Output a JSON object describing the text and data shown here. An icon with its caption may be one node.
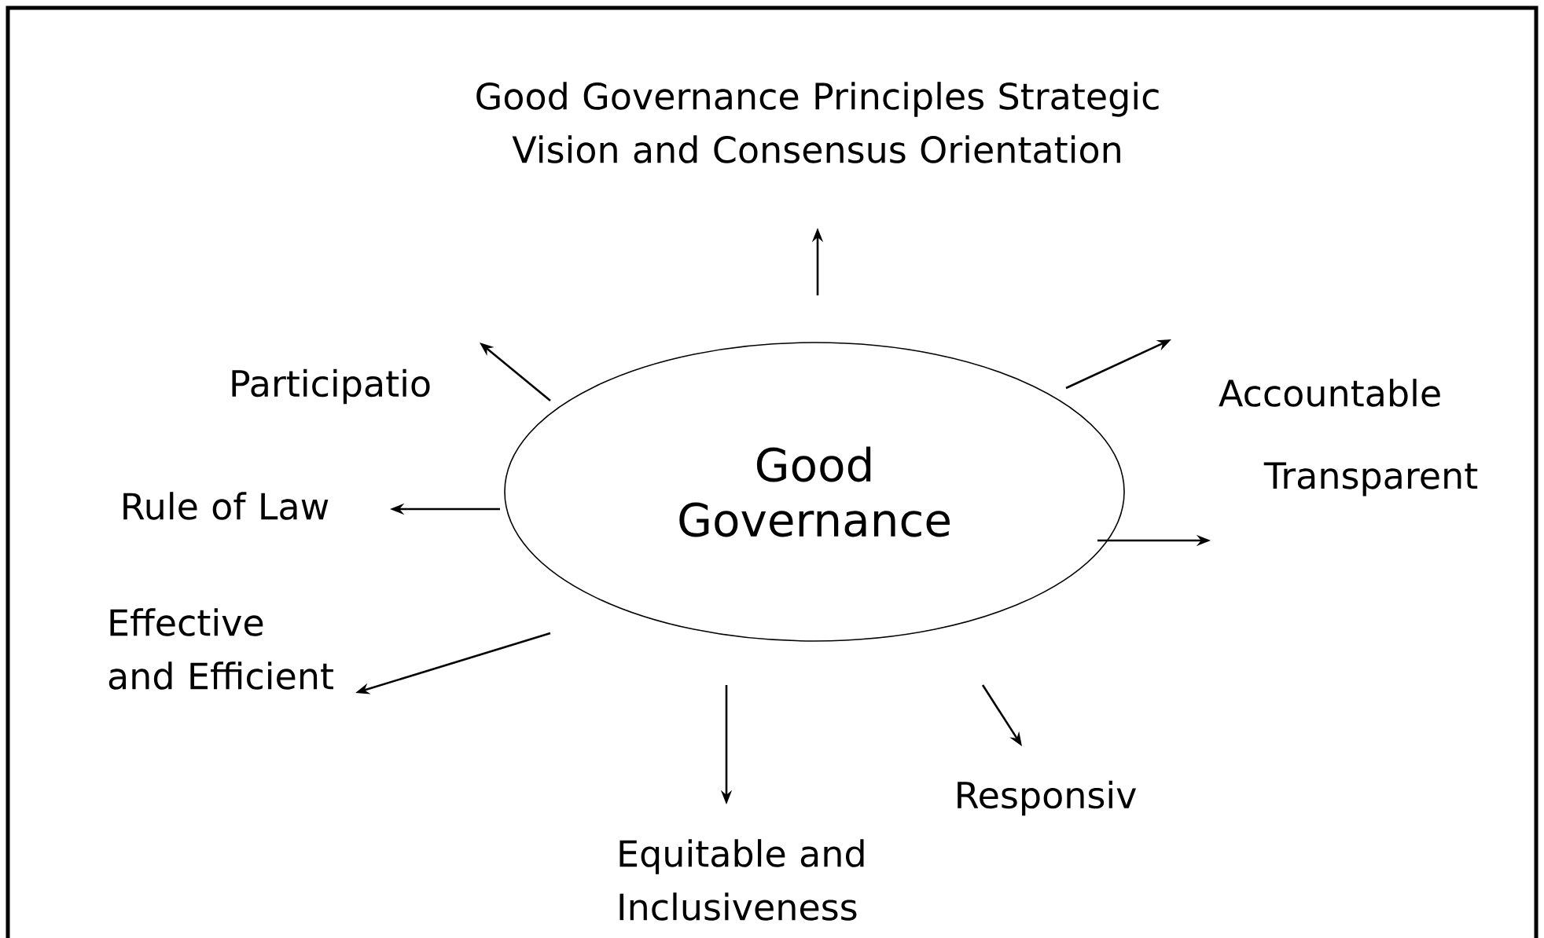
{
  "diagram": {
    "nodes": [
      {
        "text": [
          "Good Governance"
        ]
      },
      {
        "text": [
          "Good Governance Principles Strategic Vision and Consensus Orientation"
        ]
      },
      {
        "text": [
          "Participatio"
        ]
      },
      {
        "text": [
          "Accountable"
        ]
      },
      {
        "text": [
          "Rule of Law"
        ]
      },
      {
        "text": [
          "Transparent"
        ]
      },
      {
        "text": [
          "Effective and Efficient"
        ]
      },
      {
        "text": [
          "Equitable and Inclusiveness"
        ]
      },
      {
        "text": [
          "Responsiv"
        ]
      }
    ],
    "edges": [
      {
        "from": 0,
        "to": 1,
        "arrow": "to"
      },
      {
        "from": 0,
        "to": 2,
        "arrow": "to"
      },
      {
        "from": 0,
        "to": 3,
        "arrow": "to"
      },
      {
        "from": 0,
        "to": 4,
        "arrow": "to"
      },
      {
        "from": 0,
        "to": 5,
        "arrow": "to"
      },
      {
        "from": 0,
        "to": 6,
        "arrow": "to"
      },
      {
        "from": 0,
        "to": 7,
        "arrow": "to"
      },
      {
        "from": 0,
        "to": 8,
        "arrow": "to"
      }
    ]
  }
}
